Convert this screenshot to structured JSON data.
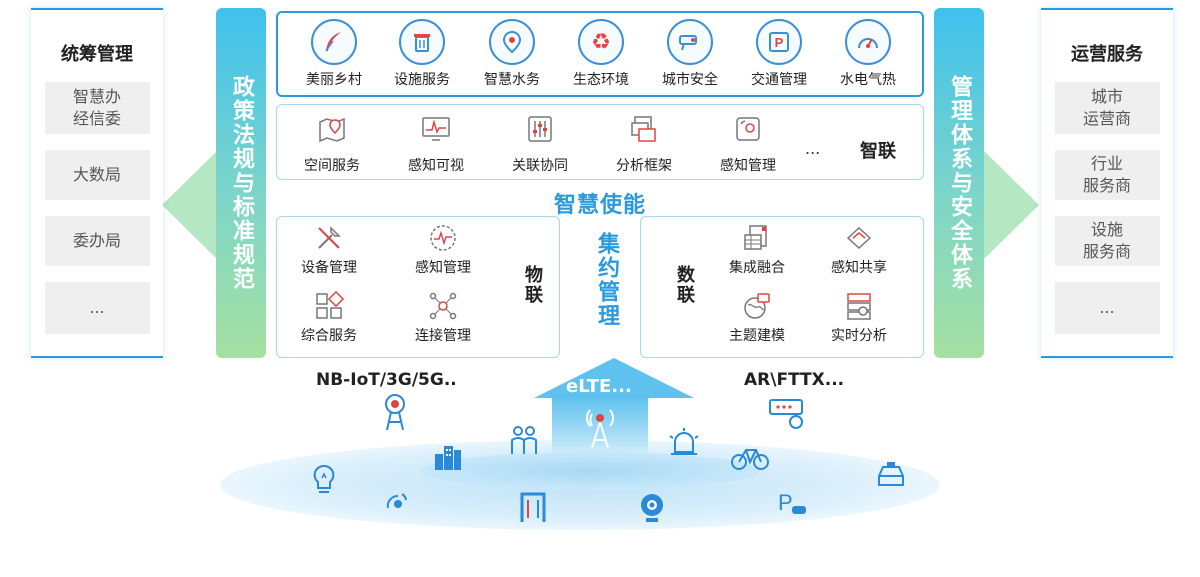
{
  "left_panel": {
    "title": "统筹管理",
    "items": [
      "智慧办\n经信委",
      "大数局",
      "委办局",
      "..."
    ]
  },
  "right_panel": {
    "title": "运营服务",
    "items": [
      "城市\n运营商",
      "行业\n服务商",
      "设施\n服务商",
      "..."
    ]
  },
  "left_bar": {
    "label": "政策法规与标准规范"
  },
  "right_bar": {
    "label": "管理体系与安全体系"
  },
  "apps": [
    {
      "label": "美丽乡村",
      "icon": "feather-icon"
    },
    {
      "label": "设施服务",
      "icon": "trash-icon"
    },
    {
      "label": "智慧水务",
      "icon": "location-pin-icon"
    },
    {
      "label": "生态环境",
      "icon": "recycle-icon"
    },
    {
      "label": "城市安全",
      "icon": "camera-icon"
    },
    {
      "label": "交通管理",
      "icon": "parking-icon"
    },
    {
      "label": "水电气热",
      "icon": "gauge-icon"
    }
  ],
  "zhilian": {
    "title": "智联",
    "ellipsis": "...",
    "items": [
      {
        "label": "空间服务",
        "icon": "map-pin-icon"
      },
      {
        "label": "感知可视",
        "icon": "monitor-icon"
      },
      {
        "label": "关联协同",
        "icon": "sliders-icon"
      },
      {
        "label": "分析框架",
        "icon": "frames-icon"
      },
      {
        "label": "感知管理",
        "icon": "sensor-icon"
      }
    ]
  },
  "center_title": "智慧使能",
  "center_vertical": "集约管理",
  "wulian": {
    "title": "物联",
    "items": [
      {
        "label": "设备管理",
        "icon": "tools-icon"
      },
      {
        "label": "感知管理",
        "icon": "pulse-icon"
      },
      {
        "label": "综合服务",
        "icon": "grid-icon"
      },
      {
        "label": "连接管理",
        "icon": "network-icon"
      }
    ]
  },
  "shulian": {
    "title": "数联",
    "items": [
      {
        "label": "集成融合",
        "icon": "doc-grid-icon"
      },
      {
        "label": "感知共享",
        "icon": "share-icon"
      },
      {
        "label": "主题建模",
        "icon": "globe-icon"
      },
      {
        "label": "实时分析",
        "icon": "search-icon"
      }
    ]
  },
  "networks": {
    "left": "NB-IoT/3G/5G..",
    "center": "eLTE...",
    "right": "AR\\FTTX..."
  },
  "colors": {
    "accent": "#2a9ae0",
    "green": "#a5e0a0",
    "red": "#e04545"
  }
}
